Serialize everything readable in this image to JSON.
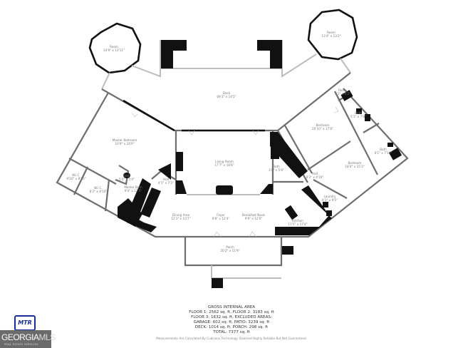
{
  "rooms": {
    "room_left": {
      "name": "Room",
      "dims": "14'9\" x 13'11\""
    },
    "room_right": {
      "name": "Room",
      "dims": "13'4\" x 13'2\""
    },
    "deck": {
      "name": "Deck",
      "dims": "69'3\" x 14'5\""
    },
    "master_bedroom": {
      "name": "Master Bedroom",
      "dims": "10'9\" x 24'9\""
    },
    "wic_1": {
      "name": "W.I.C.",
      "dims": "9'10\" x 8'10\""
    },
    "wic_2": {
      "name": "W.I.C.",
      "dims": "8'2\" x 8'10\""
    },
    "bath_small": {
      "name": "Bath",
      "dims": "5'4\" x 5'0\""
    },
    "master_bath": {
      "name": "Master Bath",
      "dims": "9'4\" x 12'5\""
    },
    "hall_left": {
      "name": "Hall",
      "dims": "4'1\" x 7'3\""
    },
    "living_room": {
      "name": "Living Room",
      "dims": "17'7\" x 18'8\""
    },
    "dining_area": {
      "name": "Dining Area",
      "dims": "12'3\" x 13'7\""
    },
    "foyer": {
      "name": "Foyer",
      "dims": "9'8\" x 12'4\""
    },
    "breakfast_nook": {
      "name": "Breakfast Nook",
      "dims": "9'9\" x 12'0\""
    },
    "kitchen": {
      "name": "Kitchen",
      "dims": "17'5\" x 17'4\""
    },
    "laundry": {
      "name": "Laundry",
      "dims": "6'1\" x 9'5\""
    },
    "hall_right": {
      "name": "Hall",
      "dims": "6'2\" x 4'10\""
    },
    "bath_center": {
      "name": "Bath",
      "dims": "3'8\" x 5'6\""
    },
    "bedroom_1": {
      "name": "Bedroom",
      "dims": "20'10\" x 17'8\""
    },
    "bedroom_2": {
      "name": "Bedroom",
      "dims": "18'4\" x 15'3\""
    },
    "room_small": {
      "name": "Room",
      "dims": "5'1\" x 6'2\""
    },
    "bath_right_1": {
      "name": "Bath",
      "dims": "5'1\" x 7'8\""
    },
    "bath_right_2": {
      "name": "Bath",
      "dims": "6'1\" x 7'10\""
    },
    "porch": {
      "name": "Porch",
      "dims": "20'2\" x 11'9\""
    }
  },
  "summary": {
    "title": "GROSS INTERNAL AREA",
    "line1": "FLOOR 1: 2562 sq. ft, FLOOR 2: 3183 sq. ft",
    "line2": "FLOOR 3: 1632 sq. ft, EXCLUDED AREAS:",
    "line3": "GARAGE: 602 sq. ft, PATIO: 3239 sq. ft",
    "line4": "DECK: 1014 sq. ft, PORCH: 298 sq. ft",
    "total": "TOTAL: 7377 sq. ft",
    "note": "Measurements Are Calculated By Cubicasa Technology. Deemed Highly Reliable But Not Guaranteed."
  },
  "logo": {
    "mtr": "MTR",
    "brand_a": "GEORGIA",
    "brand_b": "MLS",
    "tagline": "REAL ESTATE SERVICES"
  }
}
